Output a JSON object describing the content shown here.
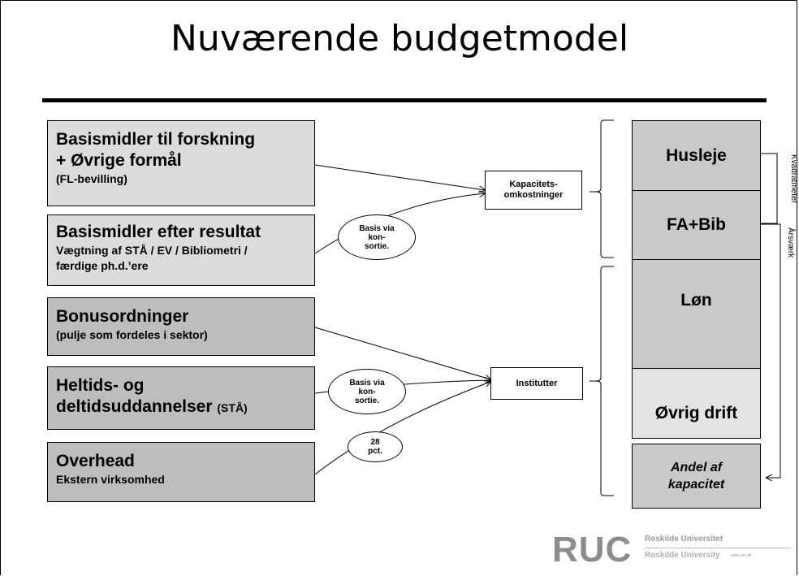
{
  "title": "Nuværende budgetmodel",
  "left_boxes": [
    {
      "line1": "Basismidler til forskning",
      "line2": "+ Øvrige formål",
      "sub": "(FL-bevilling)"
    },
    {
      "line1": "Basismidler efter resultat",
      "sub1": "Vægtning af STÅ / EV / Bibliometri /",
      "sub2": "færdige ph.d.’ere"
    },
    {
      "line1": "Bonusordninger",
      "sub": "(pulje som fordeles i sektor)"
    },
    {
      "line1": "Heltids- og",
      "line2": "deltidsuddannelser",
      "suffix": "(STÅ)"
    },
    {
      "line1": "Overhead",
      "sub": "Ekstern virksomhed"
    }
  ],
  "ellipses": [
    {
      "l1": "Basis via",
      "l2": "kon-",
      "l3": "sortie."
    },
    {
      "l1": "Basis via",
      "l2": "kon-",
      "l3": "sortie."
    },
    {
      "l1": "28",
      "l2": "pct."
    }
  ],
  "mid_boxes": {
    "kapacitet_l1": "Kapacitets-",
    "kapacitet_l2": "omkostninger",
    "institutter": "Institutter"
  },
  "right_boxes": {
    "husleje": "Husleje",
    "fa_bib": "FA+Bib",
    "lon": "Løn",
    "ovrig": "Øvrig drift",
    "andel_l1": "Andel af",
    "andel_l2": "kapacitet"
  },
  "side_labels": {
    "kvadratmeter": "Kvadratmeter",
    "arsvaerk": "Årsværk"
  },
  "logo": {
    "mark": "RUC",
    "line1": "Roskilde Universitet",
    "line2": "Roskilde University",
    "url": "www.ruc.dk"
  }
}
